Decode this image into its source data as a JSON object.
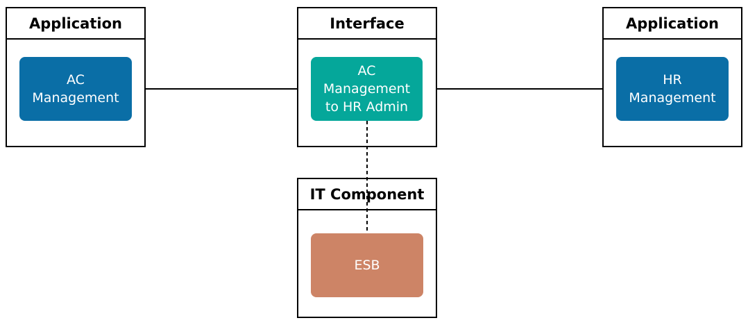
{
  "colors": {
    "application": "#0A6EA6",
    "interface": "#05A79A",
    "it_component": "#CD8466",
    "border": "#000000"
  },
  "frames": {
    "left_app": {
      "title": "Application"
    },
    "interface": {
      "title": "Interface"
    },
    "right_app": {
      "title": "Application"
    },
    "it_component": {
      "title": "IT Component"
    }
  },
  "nodes": {
    "ac_management": "AC\nManagement",
    "interface_node": "AC\nManagement\nto HR Admin",
    "hr_management": "HR\nManagement",
    "esb": "ESB"
  }
}
